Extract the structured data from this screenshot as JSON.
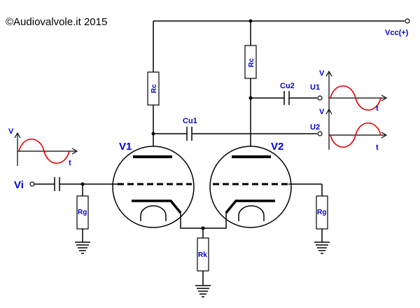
{
  "copyright": "©Audiovalvole.it 2015",
  "supply_label": "Vcc(+)",
  "input_label": "Vi",
  "tubes": {
    "v1": "V1",
    "v2": "V2"
  },
  "resistors": {
    "rc1": "Rc",
    "rc2": "Rc",
    "rg1": "Rg",
    "rg2": "Rg",
    "rk": "Rk"
  },
  "capacitors": {
    "cu1": "Cu1",
    "cu2": "Cu2"
  },
  "outputs": {
    "u1": "U1",
    "u2": "U2"
  },
  "waveforms": {
    "input": {
      "v_axis": "V",
      "t_axis": "t"
    },
    "u1": {
      "v_axis": "V",
      "t_axis": "t"
    },
    "u2": {
      "v_axis": "V",
      "t_axis": "t"
    }
  },
  "colors": {
    "labels": "#0000cc",
    "waveform": "#e00000",
    "wire": "#000000"
  }
}
